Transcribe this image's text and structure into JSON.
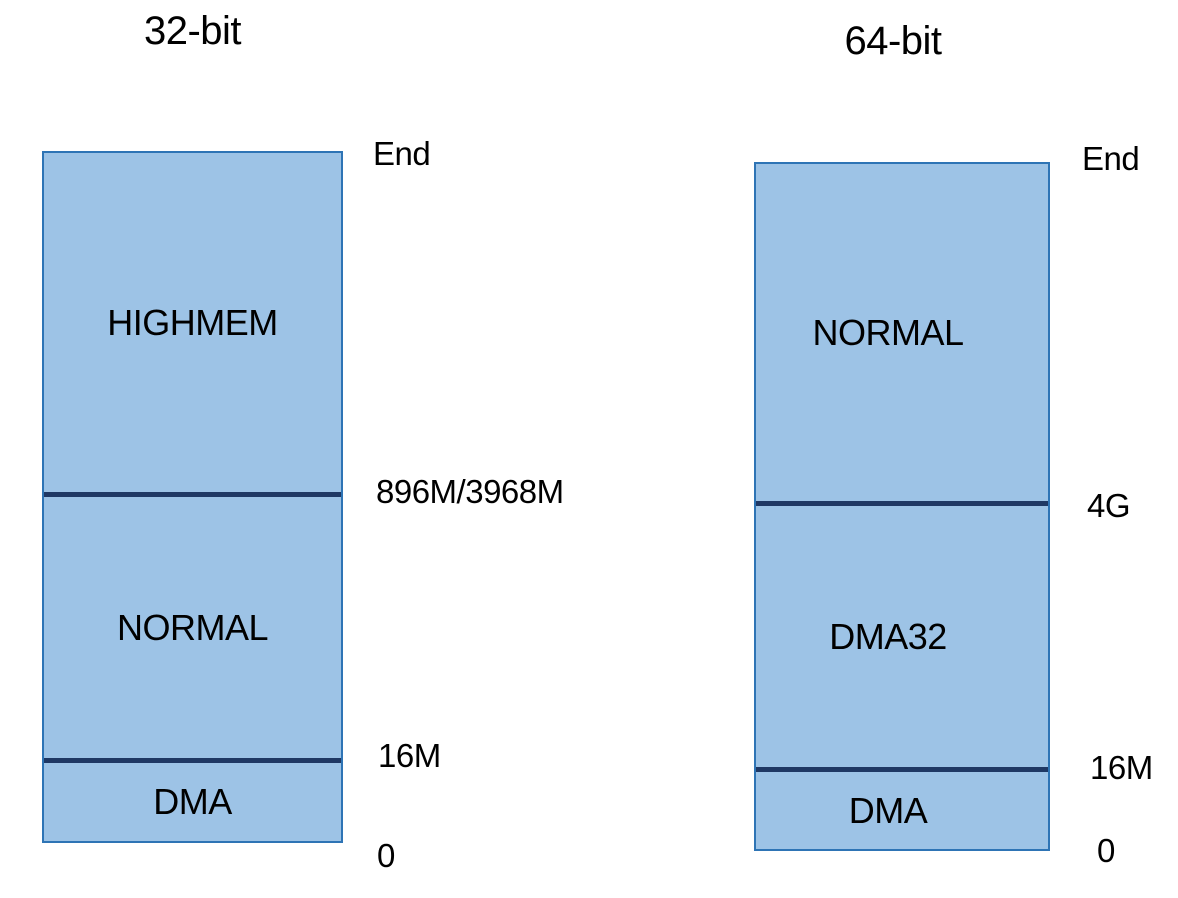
{
  "diagram": {
    "columns": [
      {
        "title": "32-bit",
        "zones": [
          {
            "name": "HIGHMEM"
          },
          {
            "name": "NORMAL"
          },
          {
            "name": "DMA"
          }
        ],
        "axis_labels": {
          "top": "End",
          "highmem_normal_boundary": "896M/3968M",
          "normal_dma_boundary": "16M",
          "bottom": "0"
        }
      },
      {
        "title": "64-bit",
        "zones": [
          {
            "name": "NORMAL"
          },
          {
            "name": "DMA32"
          },
          {
            "name": "DMA"
          }
        ],
        "axis_labels": {
          "top": "End",
          "normal_dma32_boundary": "4G",
          "dma32_dma_boundary": "16M",
          "bottom": "0"
        }
      }
    ],
    "colors": {
      "zone_fill": "#9DC3E6",
      "zone_border": "#2E74B5",
      "divider_line": "#1F3864",
      "text": "#000000",
      "background": "#FFFFFF"
    }
  }
}
